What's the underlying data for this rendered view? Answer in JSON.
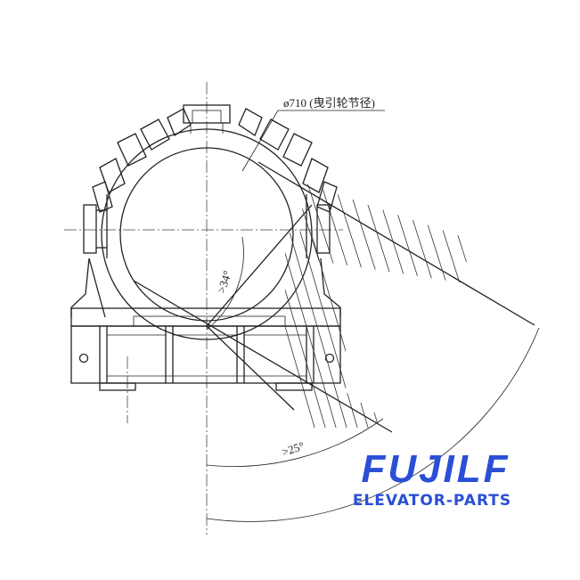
{
  "drawing": {
    "diameter_label": "ø710 (曳引轮节径)",
    "angle_34": ">34°",
    "angle_25": ">25°"
  },
  "watermark": {
    "brand": "FUJILF",
    "subtitle": "ELEVATOR-PARTS",
    "color": "#2a4fd6"
  }
}
